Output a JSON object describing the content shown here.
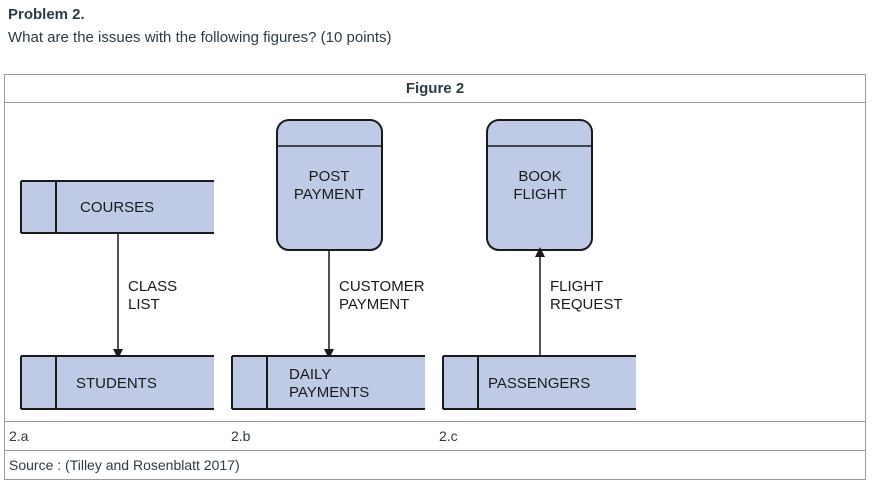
{
  "problem": {
    "title": "Problem 2.",
    "question": "What are the issues with the following figures? (10 points)"
  },
  "figure": {
    "title": "Figure 2",
    "diagram_a": {
      "store_top": "COURSES",
      "flow_label_line1": "CLASS",
      "flow_label_line2": "LIST",
      "store_bottom": "STUDENTS"
    },
    "diagram_b": {
      "process_line1": "POST",
      "process_line2": "PAYMENT",
      "flow_label_line1": "CUSTOMER",
      "flow_label_line2": "PAYMENT",
      "store_line1": "DAILY",
      "store_line2": "PAYMENTS"
    },
    "diagram_c": {
      "process_line1": "BOOK",
      "process_line2": "FLIGHT",
      "flow_label_line1": "FLIGHT",
      "flow_label_line2": "REQUEST",
      "store": "PASSENGERS"
    },
    "captions": {
      "a": "2.a",
      "b": "2.b",
      "c": "2.c"
    },
    "source": "Source : (Tilley and Rosenblatt 2017)"
  }
}
